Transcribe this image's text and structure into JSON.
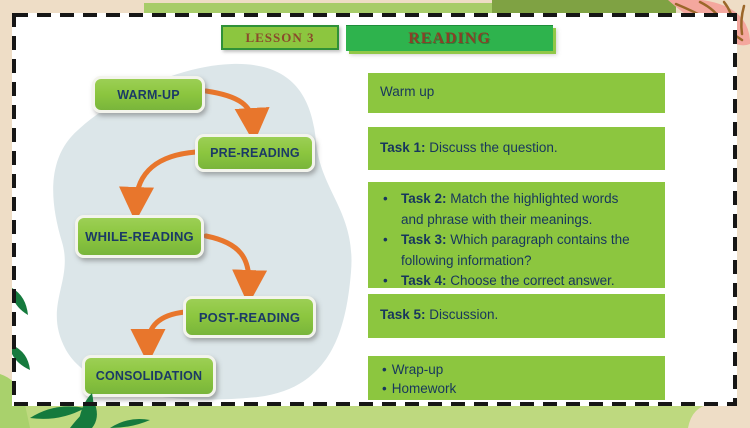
{
  "header": {
    "lesson_badge": "LESSON 3",
    "title": "READING"
  },
  "flowchart": {
    "nodes": [
      {
        "label": "WARM-UP"
      },
      {
        "label": "PRE-READING"
      },
      {
        "label": "WHILE-READING"
      },
      {
        "label": "POST-READING"
      },
      {
        "label": "CONSOLIDATION"
      }
    ]
  },
  "panels": {
    "bullet": "•",
    "warm_up": {
      "text": "Warm up"
    },
    "task1": {
      "bold": "Task 1:",
      "text": " Discuss the question."
    },
    "tasks234": {
      "items": [
        {
          "bold": "Task 2:",
          "text": " Match the highlighted words and phrase with their meanings."
        },
        {
          "bold": "Task 3:",
          "text": " Which paragraph contains the following information?"
        },
        {
          "bold": "Task 4:",
          "text": " Choose the correct answer."
        }
      ]
    },
    "task5": {
      "bold": "Task 5:",
      "text": " Discussion."
    },
    "wrap_up": {
      "items": [
        {
          "text": "Wrap-up"
        },
        {
          "text": "Homework"
        }
      ]
    }
  },
  "decor": {
    "icons": [
      "pink-leaf-icon",
      "branch-leaves-icon",
      "blob-shape"
    ],
    "colors": {
      "panel_green": "#8cc63f",
      "title_green": "#2eb34d",
      "arrow_orange": "#e8762c",
      "text_navy": "#17365d",
      "title_brown": "#8a4a2b",
      "frame_cream": "#eeddc6",
      "blob_gray": "#dce6e9",
      "leaf_dark_green": "#157a3d",
      "strip_light_green": "#bed97f"
    }
  }
}
